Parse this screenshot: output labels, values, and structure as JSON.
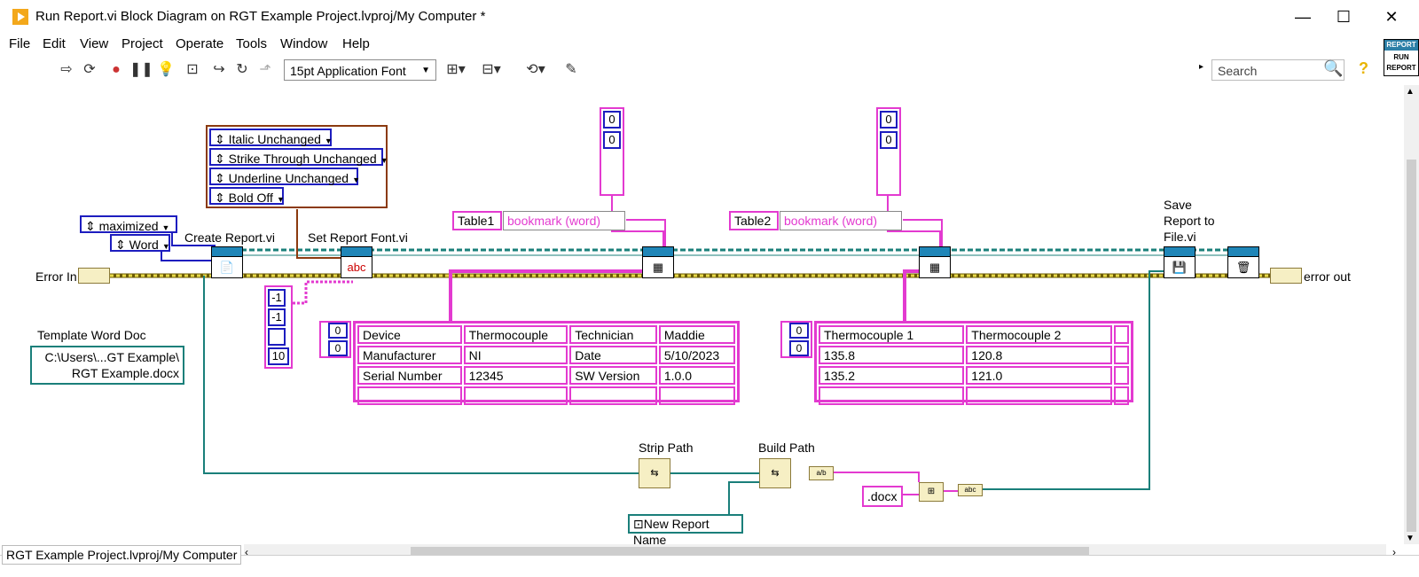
{
  "window": {
    "title": "Run Report.vi Block Diagram on RGT Example Project.lvproj/My Computer *",
    "minimize": "—",
    "maximize": "☐",
    "close": "✕"
  },
  "menu": [
    "File",
    "Edit",
    "View",
    "Project",
    "Operate",
    "Tools",
    "Window",
    "Help"
  ],
  "toolbar": {
    "font": "15pt Application Font",
    "search_placeholder": "Search",
    "vi_icon_top": "REPORT",
    "vi_icon_bottom": "RUN REPORT"
  },
  "diagram": {
    "labels": {
      "error_in": "Error In",
      "error_out": "error out",
      "create_report": "Create Report.vi",
      "set_report_font": "Set Report Font.vi",
      "template_word_doc": "Template Word Doc",
      "save_report": "Save Report to File.vi",
      "strip_path": "Strip Path",
      "build_path": "Build Path"
    },
    "enums": {
      "window_state": "maximized",
      "report_type": "Word",
      "italic": "Italic Unchanged",
      "strike": "Strike Through Unchanged",
      "underline": "Underline Unchanged",
      "bold": "Bold Off"
    },
    "font_size_array": [
      "-1",
      "-1",
      "",
      "10"
    ],
    "table_index_1": [
      "0",
      "0"
    ],
    "table_index_2": [
      "0",
      "0"
    ],
    "strings": {
      "table1": "Table1",
      "table2": "Table2",
      "bookmark1": "bookmark (word)",
      "bookmark2": "bookmark (word)",
      "docx": ".docx"
    },
    "template_path": "C:\\Users\\...GT Example\\ RGT Example.docx",
    "template_path_line1": "C:\\Users\\...GT Example\\",
    "template_path_line2": "RGT Example.docx",
    "new_report_name": "New Report Name",
    "table1": {
      "rows": [
        [
          "Device",
          "Thermocouple",
          "Technician",
          "Maddie"
        ],
        [
          "Manufacturer",
          "NI",
          "Date",
          "5/10/2023"
        ],
        [
          "Serial Number",
          "12345",
          "SW Version",
          "1.0.0"
        ],
        [
          "",
          "",
          "",
          ""
        ]
      ]
    },
    "table2": {
      "rows": [
        [
          "Thermocouple 1",
          "Thermocouple 2",
          ""
        ],
        [
          "135.8",
          "120.8",
          ""
        ],
        [
          "135.2",
          "121.0",
          ""
        ],
        [
          "",
          "",
          ""
        ]
      ]
    }
  },
  "statusbar": {
    "context": "RGT Example Project.lvproj/My Computer"
  }
}
